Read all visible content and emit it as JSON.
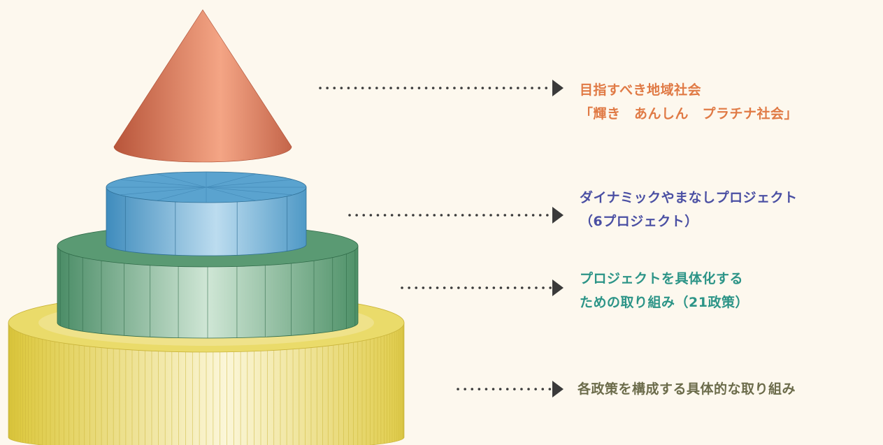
{
  "colors": {
    "background": "#fdf8ee",
    "cone": "#e0805e",
    "blue_tier": "#5da9d0",
    "green_tier": "#5ea37a",
    "yellow_tier": "#e8d85a",
    "top_text": "#e07a45",
    "mid_text": "#4a4fa3",
    "low_text": "#2c9487",
    "base_text": "#6b6b4a",
    "arrow": "#3a3a3a"
  },
  "levels": {
    "top": {
      "line1": "目指すべき地域社会",
      "line2": "「輝き　あんしん　プラチナ社会」"
    },
    "mid": {
      "line1": "ダイナミックやまなしプロジェクト",
      "line2": "（6プロジェクト）"
    },
    "low": {
      "line1": "プロジェクトを具体化する",
      "line2": "ための取り組み（21政策）"
    },
    "base": {
      "line1": "各政策を構成する具体的な取り組み"
    }
  }
}
